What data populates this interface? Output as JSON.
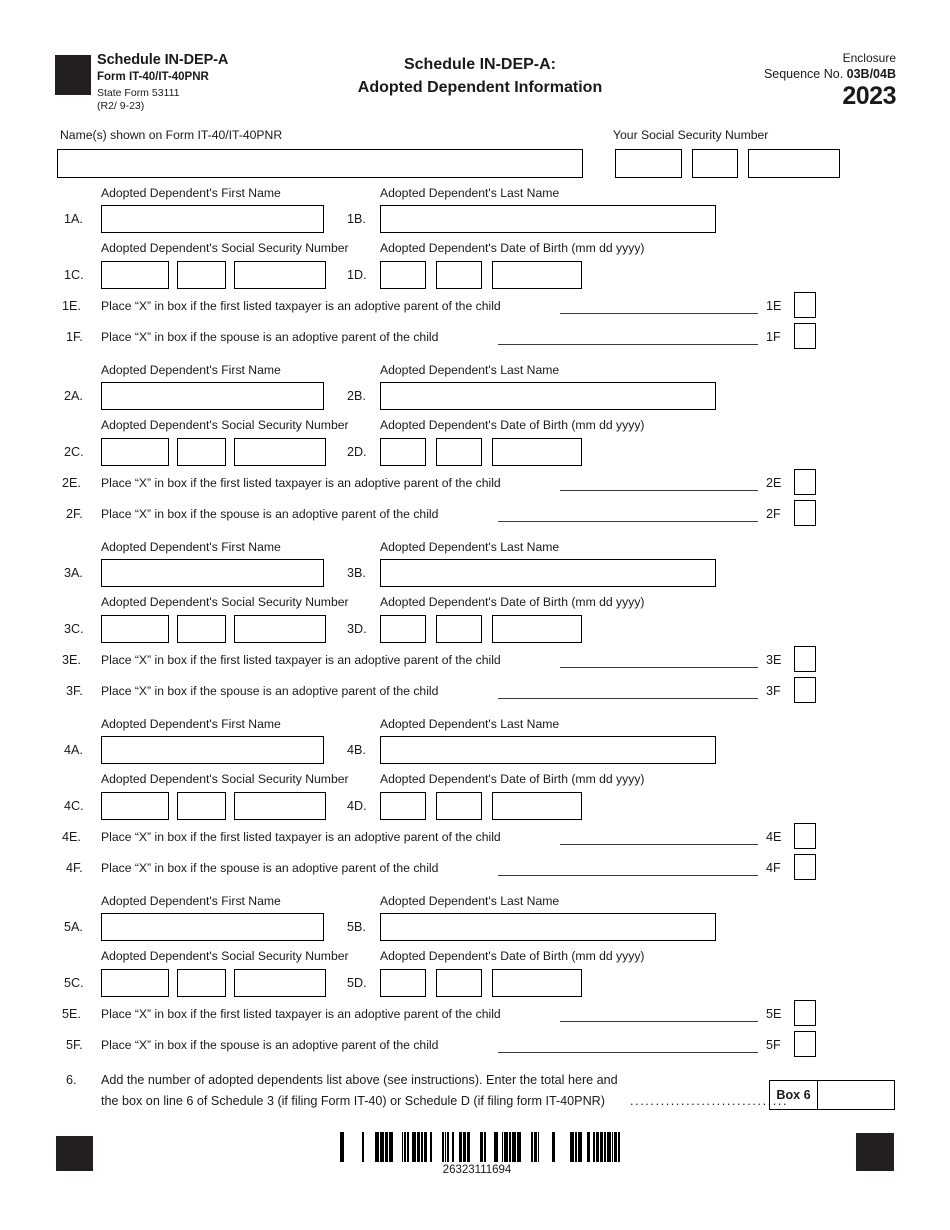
{
  "header": {
    "schedule_name": "Schedule IN-DEP-A",
    "form_line": "Form IT-40/IT-40PNR",
    "state_form": "State Form 53111",
    "revision": "(R2/ 9-23)",
    "title_line1": "Schedule IN-DEP-A:",
    "title_line2": "Adopted Dependent Information",
    "enclosure": "Enclosure",
    "sequence_label": "Sequence No.",
    "sequence_value": "03B/04B",
    "year": "2023"
  },
  "taxpayer": {
    "name_label": "Name(s) shown on Form IT-40/IT-40PNR",
    "ssn_label": "Your Social Security Number",
    "name_value": "",
    "ssn_part1": "",
    "ssn_part2": "",
    "ssn_part3": ""
  },
  "labels": {
    "first_name": "Adopted Dependent's First Name",
    "last_name": "Adopted Dependent's Last Name",
    "ssn": "Adopted Dependent's Social Security Number",
    "dob": "Adopted Dependent's Date of Birth (mm dd yyyy)",
    "stmt_taxpayer": "Place “X” in box if the first listed taxpayer is an adoptive parent of the child",
    "stmt_spouse": "Place “X” in box if the spouse is an adoptive parent of the child"
  },
  "dependents": [
    {
      "n_a": "1A.",
      "n_b": "1B.",
      "n_c": "1C.",
      "n_d": "1D.",
      "n_e": "1E.",
      "n_f": "1F.",
      "tag_e": "1E",
      "tag_f": "1F",
      "first_name": "",
      "last_name": "",
      "ssn1": "",
      "ssn2": "",
      "ssn3": "",
      "dob_mm": "",
      "dob_dd": "",
      "dob_yyyy": "",
      "check_e": "",
      "check_f": ""
    },
    {
      "n_a": "2A.",
      "n_b": "2B.",
      "n_c": "2C.",
      "n_d": "2D.",
      "n_e": "2E.",
      "n_f": "2F.",
      "tag_e": "2E",
      "tag_f": "2F",
      "first_name": "",
      "last_name": "",
      "ssn1": "",
      "ssn2": "",
      "ssn3": "",
      "dob_mm": "",
      "dob_dd": "",
      "dob_yyyy": "",
      "check_e": "",
      "check_f": ""
    },
    {
      "n_a": "3A.",
      "n_b": "3B.",
      "n_c": "3C.",
      "n_d": "3D.",
      "n_e": "3E.",
      "n_f": "3F.",
      "tag_e": "3E",
      "tag_f": "3F",
      "first_name": "",
      "last_name": "",
      "ssn1": "",
      "ssn2": "",
      "ssn3": "",
      "dob_mm": "",
      "dob_dd": "",
      "dob_yyyy": "",
      "check_e": "",
      "check_f": ""
    },
    {
      "n_a": "4A.",
      "n_b": "4B.",
      "n_c": "4C.",
      "n_d": "4D.",
      "n_e": "4E.",
      "n_f": "4F.",
      "tag_e": "4E",
      "tag_f": "4F",
      "first_name": "",
      "last_name": "",
      "ssn1": "",
      "ssn2": "",
      "ssn3": "",
      "dob_mm": "",
      "dob_dd": "",
      "dob_yyyy": "",
      "check_e": "",
      "check_f": ""
    },
    {
      "n_a": "5A.",
      "n_b": "5B.",
      "n_c": "5C.",
      "n_d": "5D.",
      "n_e": "5E.",
      "n_f": "5F.",
      "tag_e": "5E",
      "tag_f": "5F",
      "first_name": "",
      "last_name": "",
      "ssn1": "",
      "ssn2": "",
      "ssn3": "",
      "dob_mm": "",
      "dob_dd": "",
      "dob_yyyy": "",
      "check_e": "",
      "check_f": ""
    }
  ],
  "line6": {
    "number": "6.",
    "text_line1": "Add the number of adopted dependents list above (see instructions). Enter the total here and",
    "text_line2": "the box on line 6 of Schedule 3 (if filing Form IT-40) or Schedule D (if filing form IT-40PNR)",
    "dots": "...............................",
    "box_label": "Box 6",
    "box_value": ""
  },
  "footer": {
    "barcode_number": "26323111694"
  }
}
